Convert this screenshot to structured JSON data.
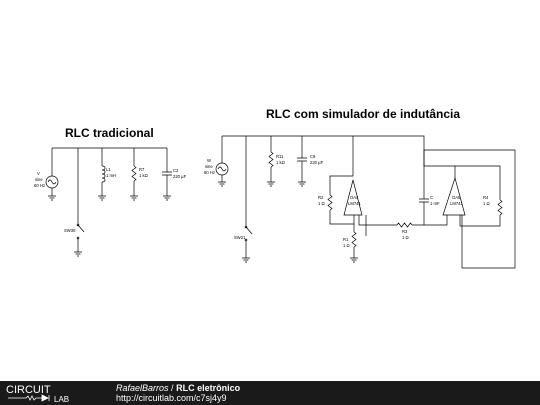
{
  "titles": {
    "left": "RLC tradicional",
    "right": "RLC com simulador de indutância"
  },
  "labels": {
    "v1_name": "V",
    "v1_type": "sine",
    "v1_freq": "60 Hz",
    "l1_name": "L1",
    "l1_value": "1 mH",
    "r7_name": "R7",
    "r7_value": "1 kΩ",
    "c2_name": "C2",
    "c2_value": "220 µF",
    "sw39": "SW39",
    "v2_name": "W",
    "v2_type": "sine",
    "v2_freq": "60 Hz",
    "r11_name": "R11",
    "r11_value": "1 kΩ",
    "c9_name": "C9",
    "c9_value": "220 µF",
    "r2_name": "R2",
    "r2_value": "1 Ω",
    "oa4_name": "OA4",
    "oa4_model": "LM741",
    "c_name": "C",
    "c_value": "1 mF",
    "oa5_name": "OA5",
    "oa5_model": "LM741",
    "r4_name": "R4",
    "r4_value": "1 Ω",
    "r3_name": "R3",
    "r3_value": "1 Ω",
    "r1_name": "R1",
    "r1_value": "1 Ω",
    "sw21": "SW21"
  },
  "footer": {
    "logo_top": "CIRCUIT",
    "logo_bottom": "LAB",
    "author": "RafaelBarros",
    "separator": "/",
    "project": "RLC eletrônico",
    "url": "http://circuitlab.com/c7sj4y9"
  }
}
